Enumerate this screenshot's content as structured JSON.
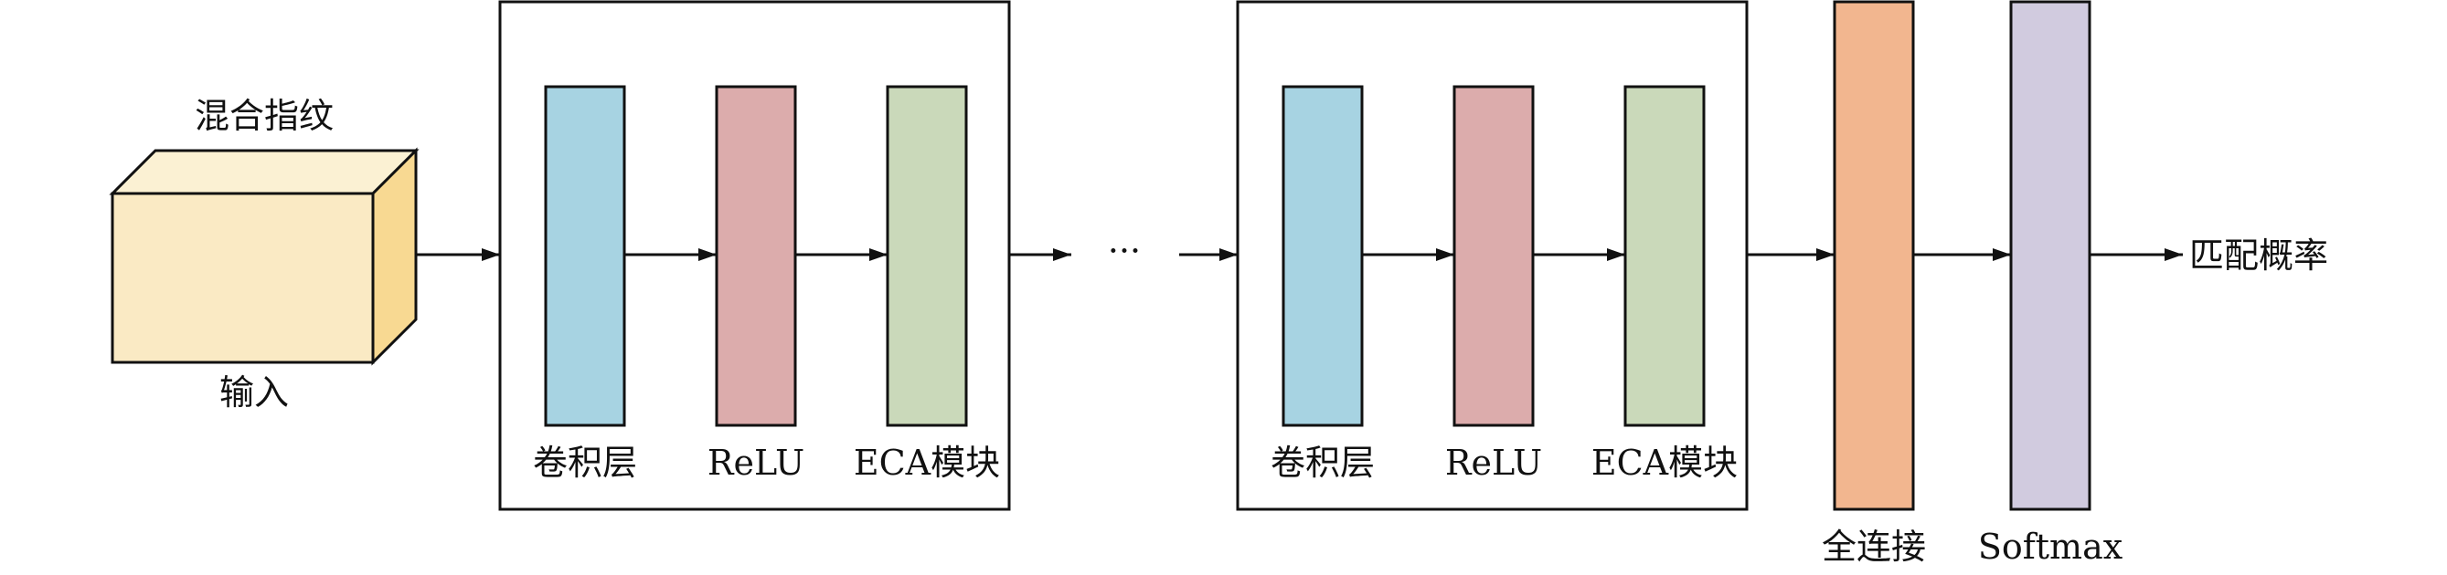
{
  "input": {
    "top_label": "混合指纹",
    "bottom_label": "输入",
    "colors": {
      "front": "#faeac4",
      "top": "#fbf1d3",
      "side": "#f8d992"
    }
  },
  "block_1": {
    "layers": [
      {
        "label": "卷积层",
        "color": "#a7d3e2"
      },
      {
        "label": "ReLU",
        "color": "#dcacac"
      },
      {
        "label": "ECA模块",
        "color": "#cad9ba"
      }
    ]
  },
  "ellipsis": "···",
  "block_2": {
    "layers": [
      {
        "label": "卷积层",
        "color": "#a7d3e2"
      },
      {
        "label": "ReLU",
        "color": "#dcacac"
      },
      {
        "label": "ECA模块",
        "color": "#cad9ba"
      }
    ]
  },
  "fully_connected": {
    "label": "全连接",
    "color": "#f2b68f"
  },
  "softmax": {
    "label": "Softmax",
    "color": "#d1cbdf"
  },
  "output_label": "匹配概率"
}
